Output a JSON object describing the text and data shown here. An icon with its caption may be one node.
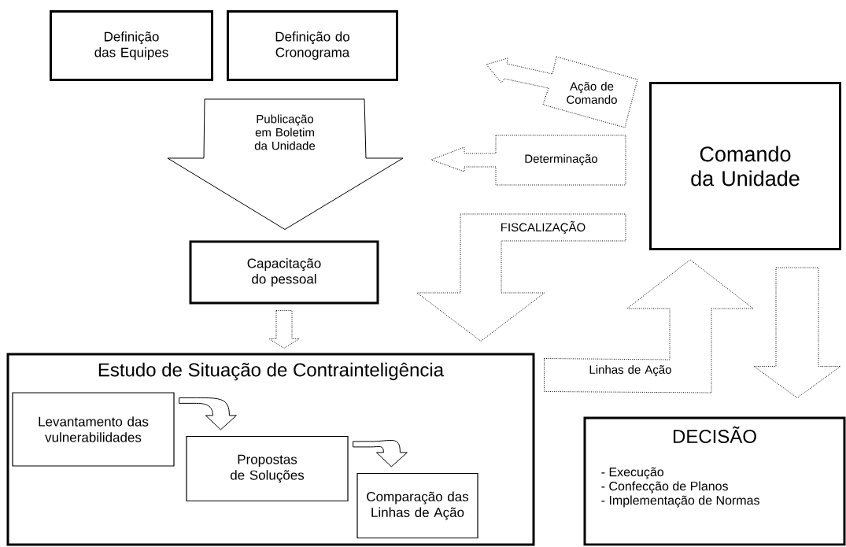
{
  "diagram": {
    "nodes": [
      {
        "text": [
          "Definição das Equipes"
        ]
      },
      {
        "text": [
          "Definição do Cronograma"
        ]
      },
      {
        "text": [
          "Comando da Unidade"
        ]
      },
      {
        "text": [
          "Capacitação do pessoal"
        ]
      },
      {
        "text": [
          "Estudo de Situação de Contrainteligência"
        ]
      },
      {
        "text": [
          "Levantamento das vulnerabilidades"
        ],
        "in": 4
      },
      {
        "text": [
          "Propostas de Soluções"
        ],
        "in": 4
      },
      {
        "text": [
          "Comparação das Linhas de Ação"
        ],
        "in": 4
      },
      {
        "text": [
          "DECISÃO",
          "- Execução",
          "- Confecção de Planos",
          "- Implementação de Normas"
        ]
      }
    ],
    "edges": [
      {
        "from": 2,
        "to": 1,
        "label": "Ação de Comando",
        "arrow": "to",
        "style": "dashed"
      },
      {
        "from": 2,
        "to": null,
        "label": "Determinação",
        "arrow": "to",
        "style": "dashed"
      },
      {
        "from": 2,
        "to": 4,
        "label": "FISCALIZAÇÃO",
        "arrow": "to",
        "style": "dashed"
      },
      {
        "from": 3,
        "to": 4,
        "arrow": "to",
        "style": "dashed"
      },
      {
        "from": 5,
        "to": 6,
        "arrow": "to"
      },
      {
        "from": 6,
        "to": 7,
        "arrow": "to"
      },
      {
        "from": 4,
        "to": 2,
        "label": "Linhas de Ação",
        "arrow": "to",
        "style": "dashed"
      },
      {
        "from": 2,
        "to": 8,
        "arrow": "to",
        "style": "dashed"
      },
      {
        "from": 0,
        "to": 3,
        "label": "Publicação em Boletim da Unidade",
        "arrow": "to"
      },
      {
        "from": 1,
        "to": 3,
        "arrow": "to"
      }
    ]
  }
}
